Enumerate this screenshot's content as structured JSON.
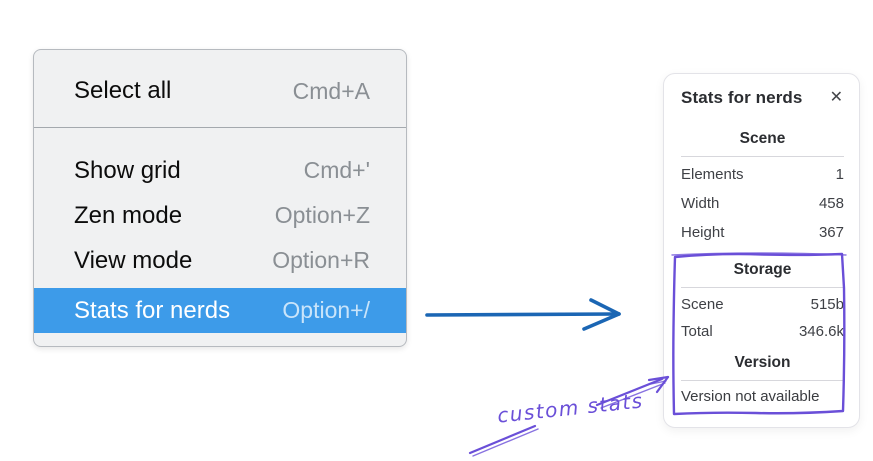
{
  "colors": {
    "menu_highlight": "#3d9be9",
    "menu_background": "#f0f1f2",
    "arrow_blue": "#1b66b4",
    "annotation_purple": "#6a4fd8"
  },
  "context_menu": {
    "items": [
      {
        "label": "Select all",
        "shortcut": "Cmd+A",
        "selected": false
      },
      {
        "label": "Show grid",
        "shortcut": "Cmd+'",
        "selected": false
      },
      {
        "label": "Zen mode",
        "shortcut": "Option+Z",
        "selected": false
      },
      {
        "label": "View mode",
        "shortcut": "Option+R",
        "selected": false
      },
      {
        "label": "Stats for nerds",
        "shortcut": "Option+/",
        "selected": true
      }
    ]
  },
  "stats_panel": {
    "title": "Stats for nerds",
    "close_icon": "✕",
    "sections": [
      {
        "heading": "Scene",
        "rows": [
          {
            "label": "Elements",
            "value": "1"
          },
          {
            "label": "Width",
            "value": "458"
          },
          {
            "label": "Height",
            "value": "367"
          }
        ]
      },
      {
        "heading": "Storage",
        "rows": [
          {
            "label": "Scene",
            "value": "515b"
          },
          {
            "label": "Total",
            "value": "346.6k"
          }
        ]
      },
      {
        "heading": "Version",
        "note": "Version not available"
      }
    ]
  },
  "annotation": {
    "label": "custom stats"
  }
}
